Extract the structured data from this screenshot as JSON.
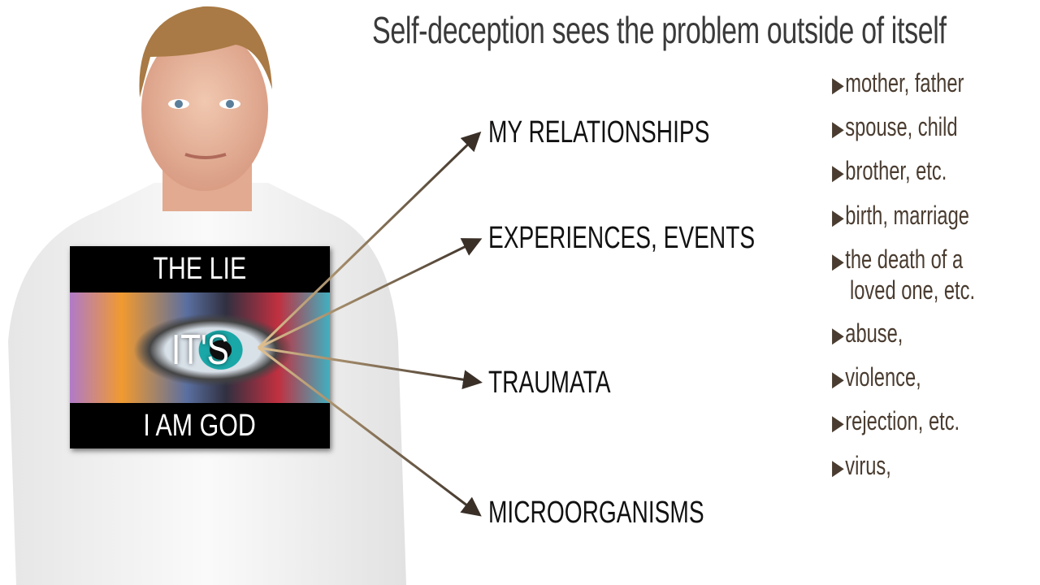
{
  "title": "Self-deception sees the problem outside of itself",
  "card": {
    "top": "THE LIE",
    "middle": "IT'S",
    "bottom": "I AM GOD"
  },
  "categories": [
    "MY RELATIONSHIPS",
    "EXPERIENCES, EVENTS",
    "TRAUMATA",
    "MICROORGANISMS"
  ],
  "bullet_icon": "right-triangle",
  "bullets": [
    "mother, father",
    "spouse, child",
    "brother, etc.",
    "birth, marriage",
    "the death of a",
    "loved one, etc.",
    "abuse,",
    "violence,",
    "rejection, etc.",
    "virus,"
  ],
  "colors": {
    "bullet_text": "#4a3c30",
    "arrow_light": "#e0c090",
    "arrow_dark": "#3a3028"
  }
}
